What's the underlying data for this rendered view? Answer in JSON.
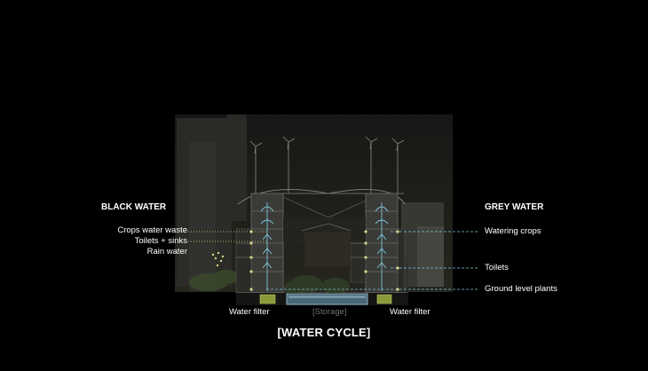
{
  "black_water": {
    "title": "BLACK WATER",
    "items": [
      "Crops water waste",
      "Toilets + sinks",
      "Rain water"
    ]
  },
  "grey_water": {
    "title": "GREY WATER",
    "items": [
      "Watering crops",
      "Toilets",
      "Ground level plants"
    ]
  },
  "bottom_labels": {
    "filter_left": "Water filter",
    "storage": "[Storage]",
    "filter_right": "Water filter"
  },
  "caption": "[WATER CYCLE]",
  "colors": {
    "background": "#000000",
    "grey_water_line": "#7fc6d8",
    "black_water_dots": "#d8d68a",
    "filter_box": "#8a9a3a",
    "storage_tank": "#8fb4c6"
  }
}
